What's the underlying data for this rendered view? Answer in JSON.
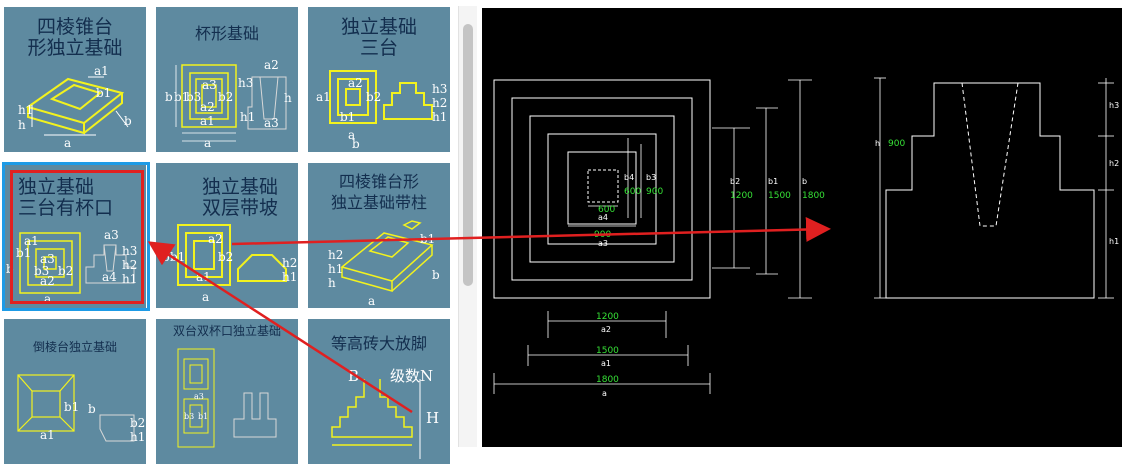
{
  "library": {
    "items": [
      {
        "title_lines": [
          "四棱锥台",
          "形独立基础"
        ],
        "labels": [
          "a1",
          "b1",
          "h1",
          "h",
          "a",
          "b"
        ]
      },
      {
        "title_lines": [
          "杯形基础"
        ],
        "labels": [
          "a2",
          "h3",
          "b3",
          "b2",
          "a3",
          "h",
          "b",
          "b1",
          "a2",
          "a1",
          "h1",
          "a3",
          "a"
        ]
      },
      {
        "title_lines": [
          "独立基础",
          "三台"
        ],
        "labels": [
          "a1",
          "a2",
          "h3",
          "h2",
          "h1",
          "a",
          "b2",
          "b1",
          "b"
        ]
      },
      {
        "title_lines": [
          "独立基础",
          "三台有杯口"
        ],
        "labels": [
          "a1",
          "b1",
          "a3",
          "b3",
          "b2",
          "a2",
          "b",
          "a",
          "a3",
          "h3",
          "h2",
          "h1",
          "a4"
        ]
      },
      {
        "title_lines": [
          "独立基础",
          "双层带坡"
        ],
        "labels": [
          "a2",
          "b1",
          "b2",
          "a1",
          "a",
          "b",
          "h2",
          "h1"
        ]
      },
      {
        "title_lines": [
          "四棱锥台形",
          "独立基础带柱"
        ],
        "labels": [
          "b1",
          "h2",
          "h1",
          "h",
          "b",
          "a"
        ]
      },
      {
        "title_lines": [
          "倒棱台独立基础"
        ],
        "labels": [
          "b1",
          "a1",
          "b",
          "b2",
          "h1"
        ]
      },
      {
        "title_lines": [
          "双台双杯口独立基础"
        ],
        "labels": [
          "a3",
          "b3",
          "b1"
        ]
      },
      {
        "title_lines": [
          "等高砖大放脚"
        ],
        "labels": [
          "B",
          "级数N",
          "H"
        ]
      }
    ],
    "selected_index": 3
  },
  "cad": {
    "plan": {
      "vertical_dims": [
        {
          "label": "b4",
          "value": "600"
        },
        {
          "label": "b3",
          "value": "900"
        },
        {
          "label": "b2",
          "value": "1200"
        },
        {
          "label": "b1",
          "value": "1500"
        },
        {
          "label": "b",
          "value": "1800"
        }
      ],
      "horizontal_dims": [
        {
          "label": "a4",
          "value": "600"
        },
        {
          "label": "a3",
          "value": "900"
        },
        {
          "label": "a2",
          "value": "1200"
        },
        {
          "label": "a1",
          "value": "1500"
        },
        {
          "label": "a",
          "value": "1800"
        }
      ]
    },
    "section": {
      "h_label": "h",
      "h_value": "900",
      "side_labels": [
        "h3",
        "h2",
        "h1"
      ]
    }
  },
  "colors": {
    "tile_bg": "#5e8aa0",
    "selection_blue": "#1e9be6",
    "selection_red": "#e02020",
    "dim_green": "#36e036",
    "cad_bg": "#000000"
  }
}
